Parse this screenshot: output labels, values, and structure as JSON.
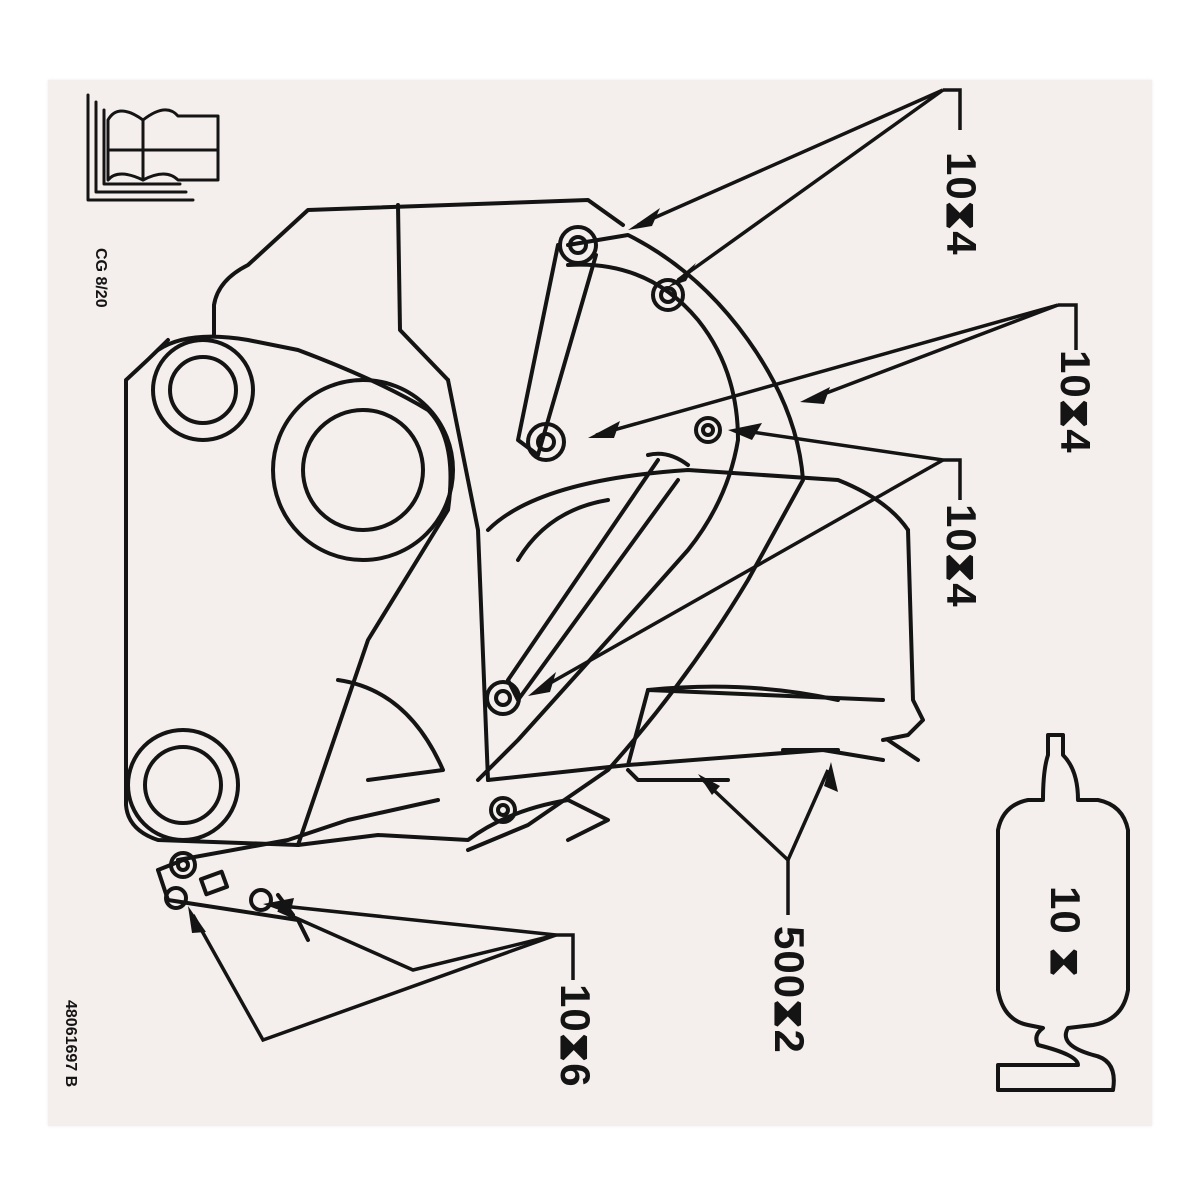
{
  "labels": {
    "callout_top": "10⧗4",
    "callout_upper_mid": "10⧗4",
    "callout_mid": "10⧗4",
    "callout_bottom_left": "10⧗6",
    "callout_bottom_right": "500⧗2",
    "grease_gun": "10 ⧗",
    "code_top": "CG 8/20",
    "part_number": "48061697 B"
  },
  "icons": [
    "manual-book-icon",
    "grease-gun-icon",
    "hourglass-icon"
  ],
  "colors": {
    "ink": "#141414",
    "decal_background": "#f4eeec"
  }
}
